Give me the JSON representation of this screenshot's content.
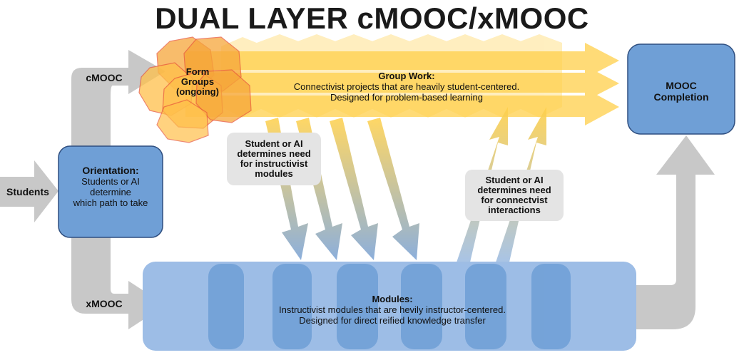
{
  "title": "DUAL LAYER cMOOC/xMOOC",
  "students_label": "Students",
  "cmooc_label": "cMOOC",
  "xmooc_label": "xMOOC",
  "orientation": {
    "heading": "Orientation:",
    "lines": [
      "Students or AI",
      "determine",
      "which path to take"
    ]
  },
  "form_groups": {
    "lines": [
      "Form",
      "Groups",
      "(ongoing)"
    ]
  },
  "group_work": {
    "heading": "Group Work:",
    "lines": [
      "Connectivist projects that are heavily student-centered.",
      "Designed for problem-based learning"
    ]
  },
  "completion": {
    "lines": [
      "MOOC",
      "Completion"
    ]
  },
  "callout_instructivist": {
    "lines": [
      "Student or AI",
      "determines need",
      "for instructivist",
      "modules"
    ]
  },
  "callout_connectivist": {
    "lines": [
      "Student or AI",
      "determines need",
      "for connectvist",
      "interactions"
    ]
  },
  "modules": {
    "heading": "Modules:",
    "lines": [
      "Instructivist modules that are hevily instructor-centered.",
      "Designed for direct reified knowledge transfer"
    ]
  },
  "colors": {
    "gray_arrow": "#c8c8c8",
    "blue_box": "#6f9fd6",
    "blue_box_border": "#2f4f80",
    "modules_band": "#9dbde6",
    "module_pill": "#6f9fd6",
    "yellow": "#ffd04a",
    "orange": "#f6a63a",
    "callout_bg": "#e4e4e4"
  }
}
